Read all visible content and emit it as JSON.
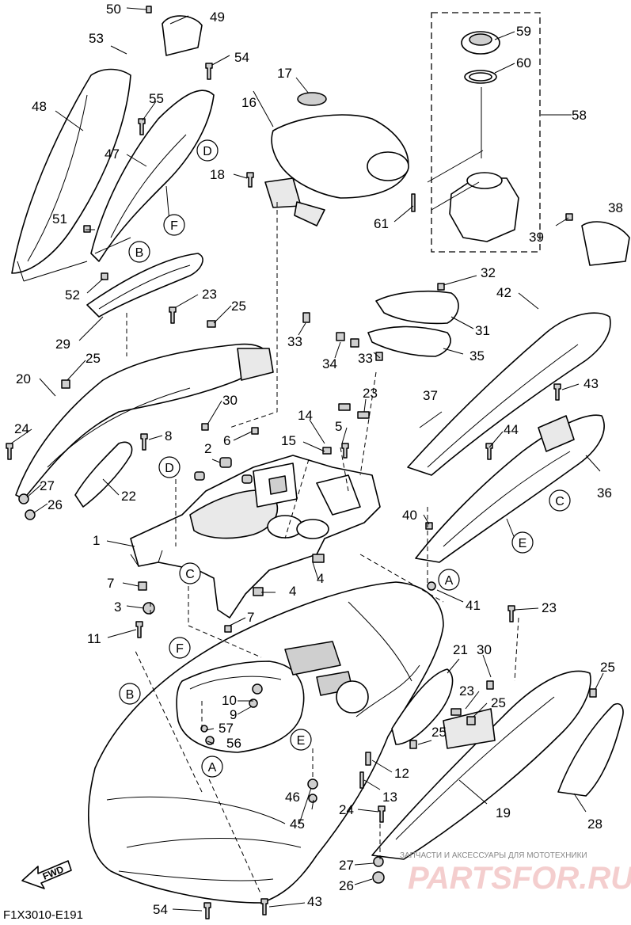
{
  "diagram_code": "F1X3010-E191",
  "watermark": {
    "line1": "ЗАПЧАСТИ И АКСЕССУАРЫ ДЛЯ МОТОТЕХНИКИ",
    "line2": "PARTSFOR.RU"
  },
  "fwd_label": "FWD",
  "ref_letters": {
    "A": "A",
    "B": "B",
    "C": "C",
    "D": "D",
    "E": "E",
    "F": "F"
  },
  "part_numbers": [
    "1",
    "2",
    "3",
    "4",
    "5",
    "6",
    "7",
    "8",
    "9",
    "10",
    "11",
    "12",
    "13",
    "14",
    "15",
    "16",
    "17",
    "18",
    "19",
    "20",
    "21",
    "22",
    "23",
    "24",
    "25",
    "26",
    "27",
    "28",
    "29",
    "30",
    "31",
    "32",
    "33",
    "34",
    "35",
    "36",
    "37",
    "38",
    "39",
    "40",
    "41",
    "42",
    "43",
    "44",
    "45",
    "46",
    "47",
    "48",
    "49",
    "50",
    "51",
    "52",
    "53",
    "54",
    "55",
    "56",
    "57",
    "58",
    "59",
    "60",
    "61"
  ]
}
